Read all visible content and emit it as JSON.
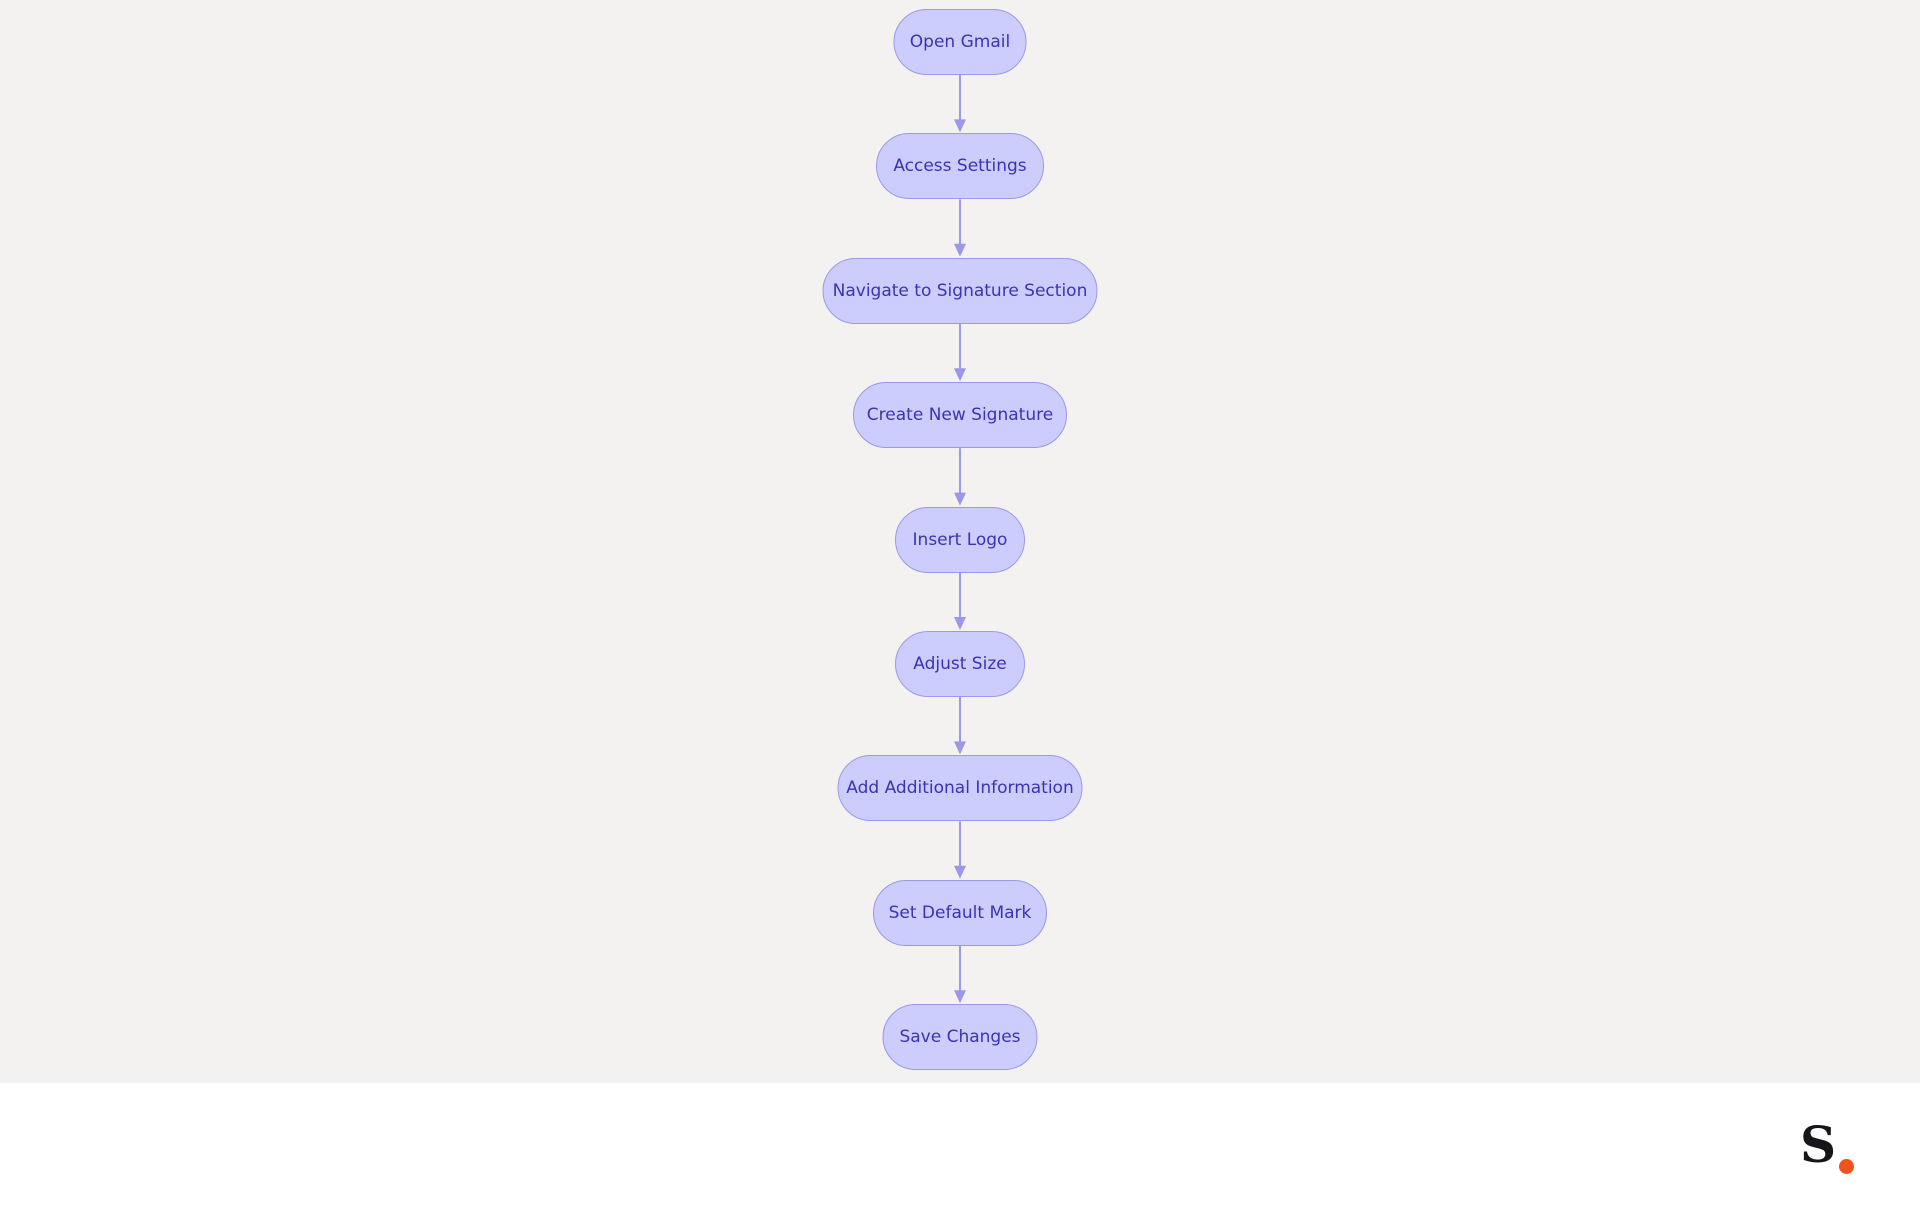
{
  "diagram": {
    "steps": [
      {
        "id": "open-gmail",
        "label": "Open Gmail"
      },
      {
        "id": "access-settings",
        "label": "Access Settings"
      },
      {
        "id": "navigate-signature-section",
        "label": "Navigate to Signature Section"
      },
      {
        "id": "create-new-signature",
        "label": "Create New Signature"
      },
      {
        "id": "insert-logo",
        "label": "Insert Logo"
      },
      {
        "id": "adjust-size",
        "label": "Adjust Size"
      },
      {
        "id": "add-additional-information",
        "label": "Add Additional Information"
      },
      {
        "id": "set-default-mark",
        "label": "Set Default Mark"
      },
      {
        "id": "save-changes",
        "label": "Save Changes"
      }
    ],
    "edges": [
      {
        "from": "open-gmail",
        "to": "access-settings"
      },
      {
        "from": "access-settings",
        "to": "navigate-signature-section"
      },
      {
        "from": "navigate-signature-section",
        "to": "create-new-signature"
      },
      {
        "from": "create-new-signature",
        "to": "insert-logo"
      },
      {
        "from": "insert-logo",
        "to": "adjust-size"
      },
      {
        "from": "adjust-size",
        "to": "add-additional-information"
      },
      {
        "from": "add-additional-information",
        "to": "set-default-mark"
      },
      {
        "from": "set-default-mark",
        "to": "save-changes"
      }
    ],
    "colors": {
      "node_fill": "#cccdfd",
      "node_border": "#9b98ea",
      "node_text": "#3a33b3",
      "edge": "#9b98ea",
      "background": "#f3f2f1"
    }
  },
  "footer": {
    "logo": {
      "letter": "S",
      "dot_color": "#f2521b"
    }
  }
}
